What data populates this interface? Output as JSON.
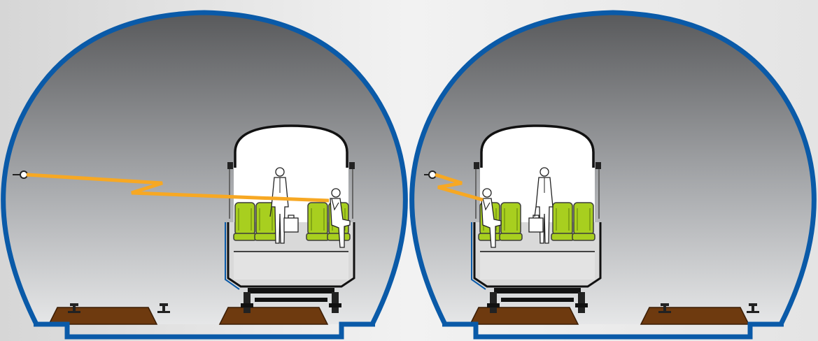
{
  "colors": {
    "background": "#ececec",
    "tunnel_fill_top": "#58595b",
    "tunnel_fill_bottom": "#e6e7e8",
    "tunnel_lining": "#0a5aa8",
    "signal_path": "#f7a823",
    "seat": "#a8cf1f",
    "sleeper": "#6e3a0f",
    "car_outline": "#111111",
    "car_fill": "#ffffff",
    "car_floor": "#d9d9d9"
  },
  "scene": {
    "tunnels": [
      {
        "id": "left-tunnel",
        "train_position": "right-track",
        "antenna_side": "left-wall",
        "signal_target": "seated-passenger-phone"
      },
      {
        "id": "right-tunnel",
        "train_position": "left-track",
        "antenna_side": "left-wall",
        "signal_target": "seated-passenger-phone"
      }
    ],
    "icons": [
      "wall-antenna-icon",
      "rail-icon",
      "sleeper-icon",
      "seat-icon",
      "standing-passenger-icon",
      "seated-passenger-icon",
      "briefcase-icon"
    ]
  }
}
